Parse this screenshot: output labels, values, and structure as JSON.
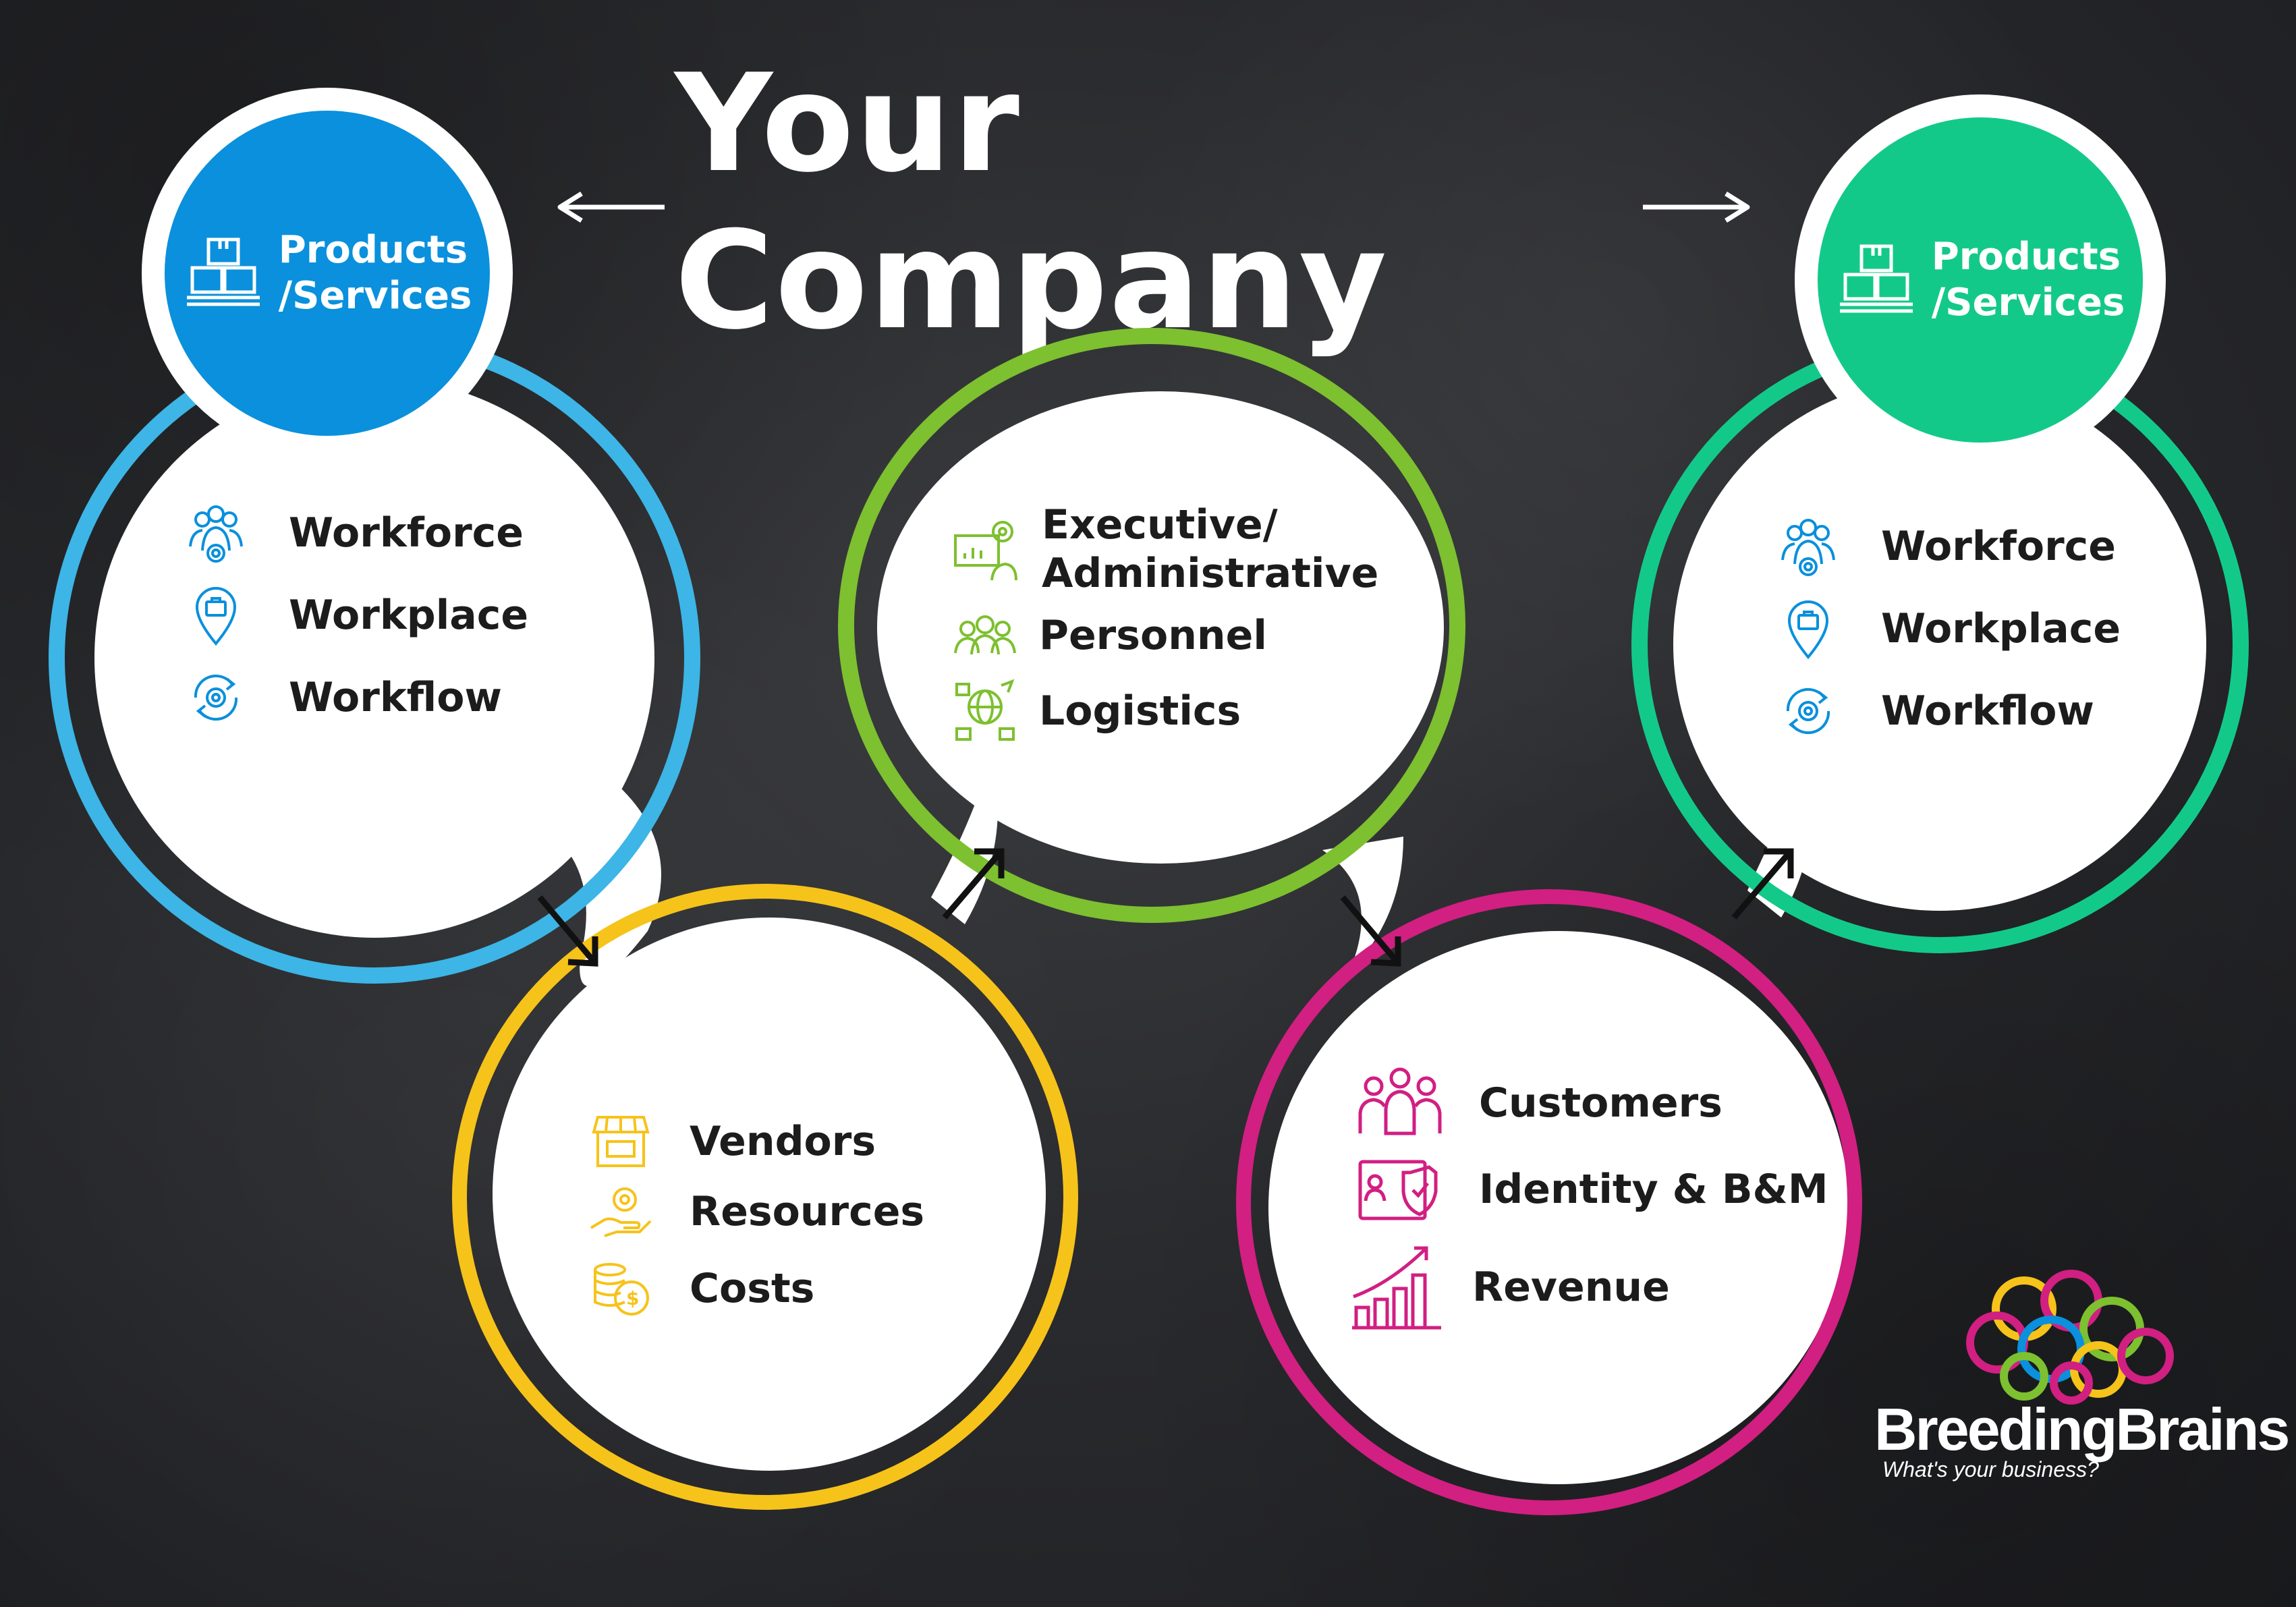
{
  "title": "Your Company",
  "colors": {
    "blue": "#0a90dc",
    "light_blue": "#3db5e6",
    "green": "#7dc030",
    "yellow": "#f6c31a",
    "magenta": "#d11f82",
    "teal": "#13c98a",
    "white": "#ffffff"
  },
  "start_badge": {
    "line1": "Products",
    "line2": "/Services",
    "icon": "boxes-icon"
  },
  "end_badge": {
    "line1": "Products",
    "line2": "/Services",
    "icon": "boxes-icon"
  },
  "circle_left": {
    "items": [
      {
        "label": "Workforce",
        "icon": "team-gear-icon"
      },
      {
        "label": "Workplace",
        "icon": "location-briefcase-icon"
      },
      {
        "label": "Workflow",
        "icon": "cycle-gear-icon"
      }
    ]
  },
  "circle_bottom_left": {
    "items": [
      {
        "label": "Vendors",
        "icon": "storefront-icon"
      },
      {
        "label": "Resources",
        "icon": "hand-gear-icon"
      },
      {
        "label": "Costs",
        "icon": "coins-icon"
      }
    ]
  },
  "circle_center": {
    "items": [
      {
        "label_line1": "Executive/",
        "label_line2": "Administrative",
        "icon": "presentation-gear-icon"
      },
      {
        "label": "Personnel",
        "icon": "people-group-icon"
      },
      {
        "label": "Logistics",
        "icon": "globe-cargo-icon"
      }
    ]
  },
  "circle_bottom_right": {
    "items": [
      {
        "label": "Customers",
        "icon": "customers-icon"
      },
      {
        "label": "Identity & B&M",
        "icon": "id-shield-icon"
      },
      {
        "label": "Revenue",
        "icon": "growth-chart-icon"
      }
    ]
  },
  "circle_right": {
    "items": [
      {
        "label": "Workforce",
        "icon": "team-gear-icon"
      },
      {
        "label": "Workplace",
        "icon": "location-briefcase-icon"
      },
      {
        "label": "Workflow",
        "icon": "cycle-gear-icon"
      }
    ]
  },
  "logo": {
    "name": "BreedingBrains",
    "tagline": "What's your business?"
  }
}
